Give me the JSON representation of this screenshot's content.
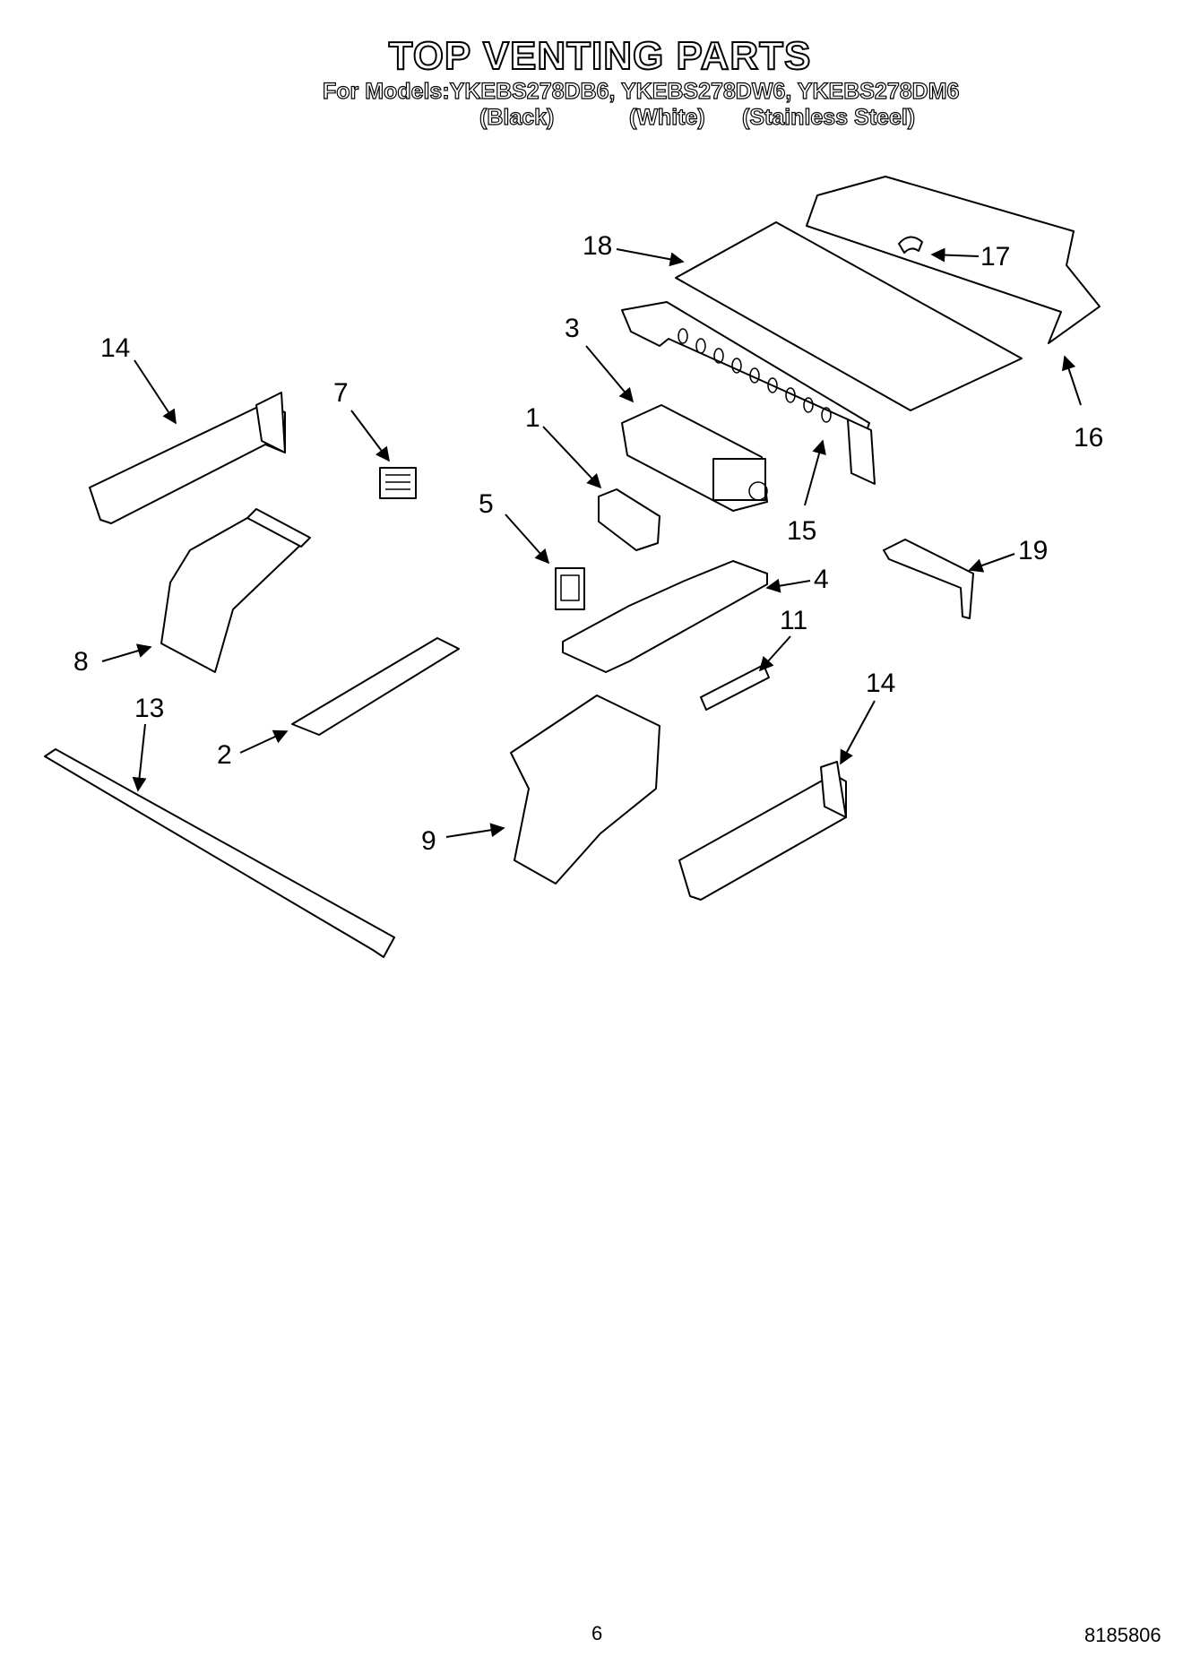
{
  "header": {
    "title": "TOP VENTING PARTS",
    "models_line": "For Models:YKEBS278DB6, YKEBS278DW6, YKEBS278DM6",
    "variants": [
      "(Black)",
      "(White)",
      "(Stainless Steel)"
    ]
  },
  "callouts": [
    "18",
    "17",
    "3",
    "14",
    "7",
    "1",
    "16",
    "15",
    "5",
    "19",
    "4",
    "8",
    "11",
    "13",
    "14",
    "2",
    "9"
  ],
  "footer": {
    "page_number": "6",
    "doc_number": "8185806"
  }
}
